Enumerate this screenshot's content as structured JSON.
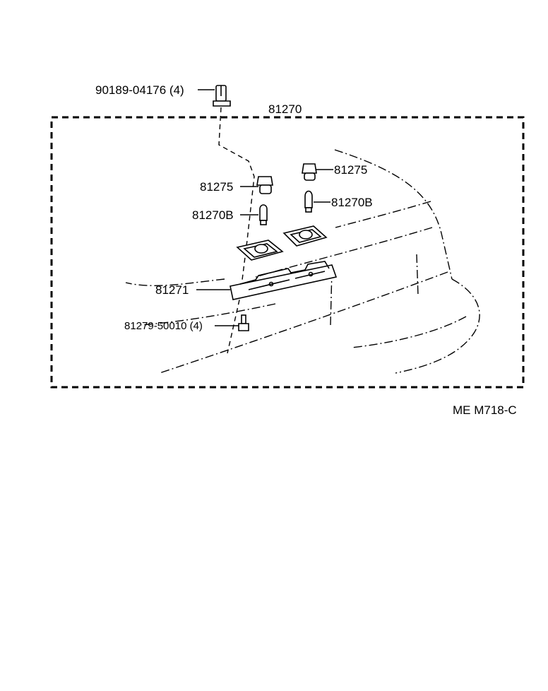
{
  "diagram": {
    "assembly_label": "81270",
    "parts": {
      "screw_top": "90189-04176 (4)",
      "socket_left": "81275",
      "socket_right": "81275",
      "bulb_left": "81270B",
      "bulb_right": "81270B",
      "lamp_housing": "81271",
      "screw_bottom": "81279-50010 (4)"
    },
    "figure_code": "ME M718-C"
  }
}
